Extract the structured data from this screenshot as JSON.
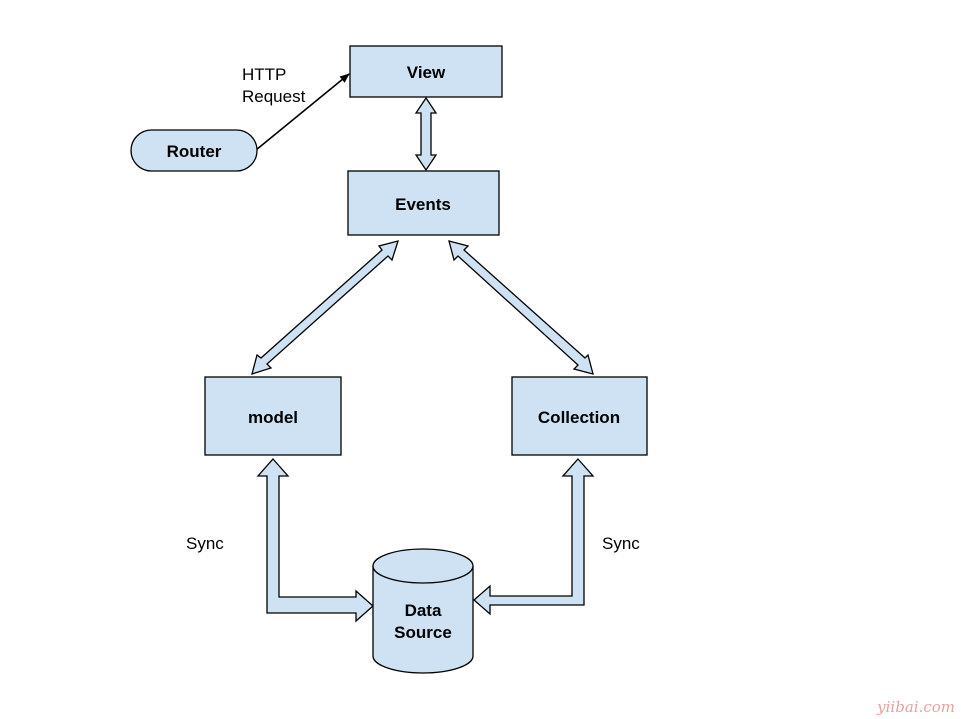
{
  "nodes": {
    "view": "View",
    "router": "Router",
    "events": "Events",
    "model": "model",
    "collection": "Collection",
    "data_source_line1": "Data",
    "data_source_line2": "Source"
  },
  "edge_labels": {
    "http_line1": "HTTP",
    "http_line2": "Request",
    "sync_left": "Sync",
    "sync_right": "Sync"
  },
  "watermark": "yiibai.com",
  "colors": {
    "node_fill": "#cfe2f3",
    "stroke": "#000000",
    "watermark": "#e8a0a0"
  }
}
